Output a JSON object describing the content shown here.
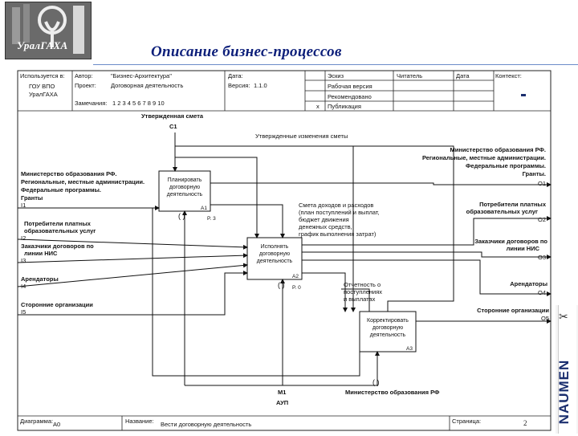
{
  "header": {
    "title": "Описание бизнес-процессов",
    "logo_text": "УралГАХА"
  },
  "form": {
    "used_at_label": "Используется в:",
    "used_at_values": [
      "ГОУ ВПО",
      "УралГАХА"
    ],
    "author_label": "Автор:",
    "author_value": "\"Бизнес-Архитектура\"",
    "project_label": "Проект:",
    "project_value": "Договорная деятельность",
    "notes_label": "Замечания:",
    "notes_value": "1  2  3  4  5  6  7  8  9  10",
    "date_label": "Дата:",
    "version_label": "Версия:",
    "version_value": "1.1.0",
    "status_sketch": "Эскиз",
    "status_working": "Рабочая версия",
    "status_recommended": "Рекомендовано",
    "status_published": "Публикация",
    "reader_label": "Читатель",
    "reader_date_label": "Дата",
    "context_label": "Контекст:",
    "diagram_label": "Диаграмма:",
    "diagram_value": "A0",
    "name_label": "Название:",
    "name_value": "Вести договорную деятельность",
    "page_label": "Страница:",
    "page_value": "2"
  },
  "diagram": {
    "controls": [
      {
        "id": "C1",
        "label": "Утвержденная смета"
      }
    ],
    "top_annotation": "Утвержденные изменения сметы",
    "inputs": [
      {
        "id": "I1",
        "label_lines": [
          "Министерство образования РФ.",
          "Региональные, местные администрации.",
          "Федеральные программы.",
          "Гранты"
        ]
      },
      {
        "id": "I2",
        "label_lines": [
          "Потребители платных",
          "образовательных услуг"
        ]
      },
      {
        "id": "I3",
        "label_lines": [
          "Заказчики договоров по",
          "линии НИС"
        ]
      },
      {
        "id": "I4",
        "label_lines": [
          "Арендаторы"
        ]
      },
      {
        "id": "I5",
        "label_lines": [
          "Сторонние организации"
        ]
      }
    ],
    "outputs": [
      {
        "id": "O1",
        "label_lines": [
          "Министерство образования РФ.",
          "Региональные, местные администрации.",
          "Федеральные программы.",
          "Гранты."
        ]
      },
      {
        "id": "O2",
        "label_lines": [
          "Потребители платных",
          "образовательных услуг"
        ]
      },
      {
        "id": "O3",
        "label_lines": [
          "Заказчики договоров по",
          "линии НИС"
        ]
      },
      {
        "id": "O4",
        "label_lines": [
          "Арендаторы"
        ]
      },
      {
        "id": "O5",
        "label_lines": [
          "Сторонние организации"
        ]
      }
    ],
    "boxes": [
      {
        "id": "A1",
        "label_lines": [
          "Планировать",
          "договорную",
          "деятельность"
        ],
        "cost": "P. 3"
      },
      {
        "id": "A2",
        "label_lines": [
          "Исполнять",
          "договорную",
          "деятельность"
        ],
        "cost": "P. 0"
      },
      {
        "id": "A3",
        "label_lines": [
          "Корректировать",
          "договорную",
          "деятельность"
        ],
        "cost": ""
      }
    ],
    "middle_annotation_lines": [
      "Смета доходов и расходов",
      "(план поступлений и выплат,",
      "бюджет движения",
      "денежных средств,",
      "график выполнения затрат)"
    ],
    "report_annotation_lines": [
      "Отчетность о",
      "поступлениях",
      "и выплатах"
    ],
    "mechanism": {
      "id": "M1",
      "label": "АУП"
    },
    "bottom_label": "Министерство образования РФ"
  },
  "brand": {
    "name": "NAUMEN"
  }
}
